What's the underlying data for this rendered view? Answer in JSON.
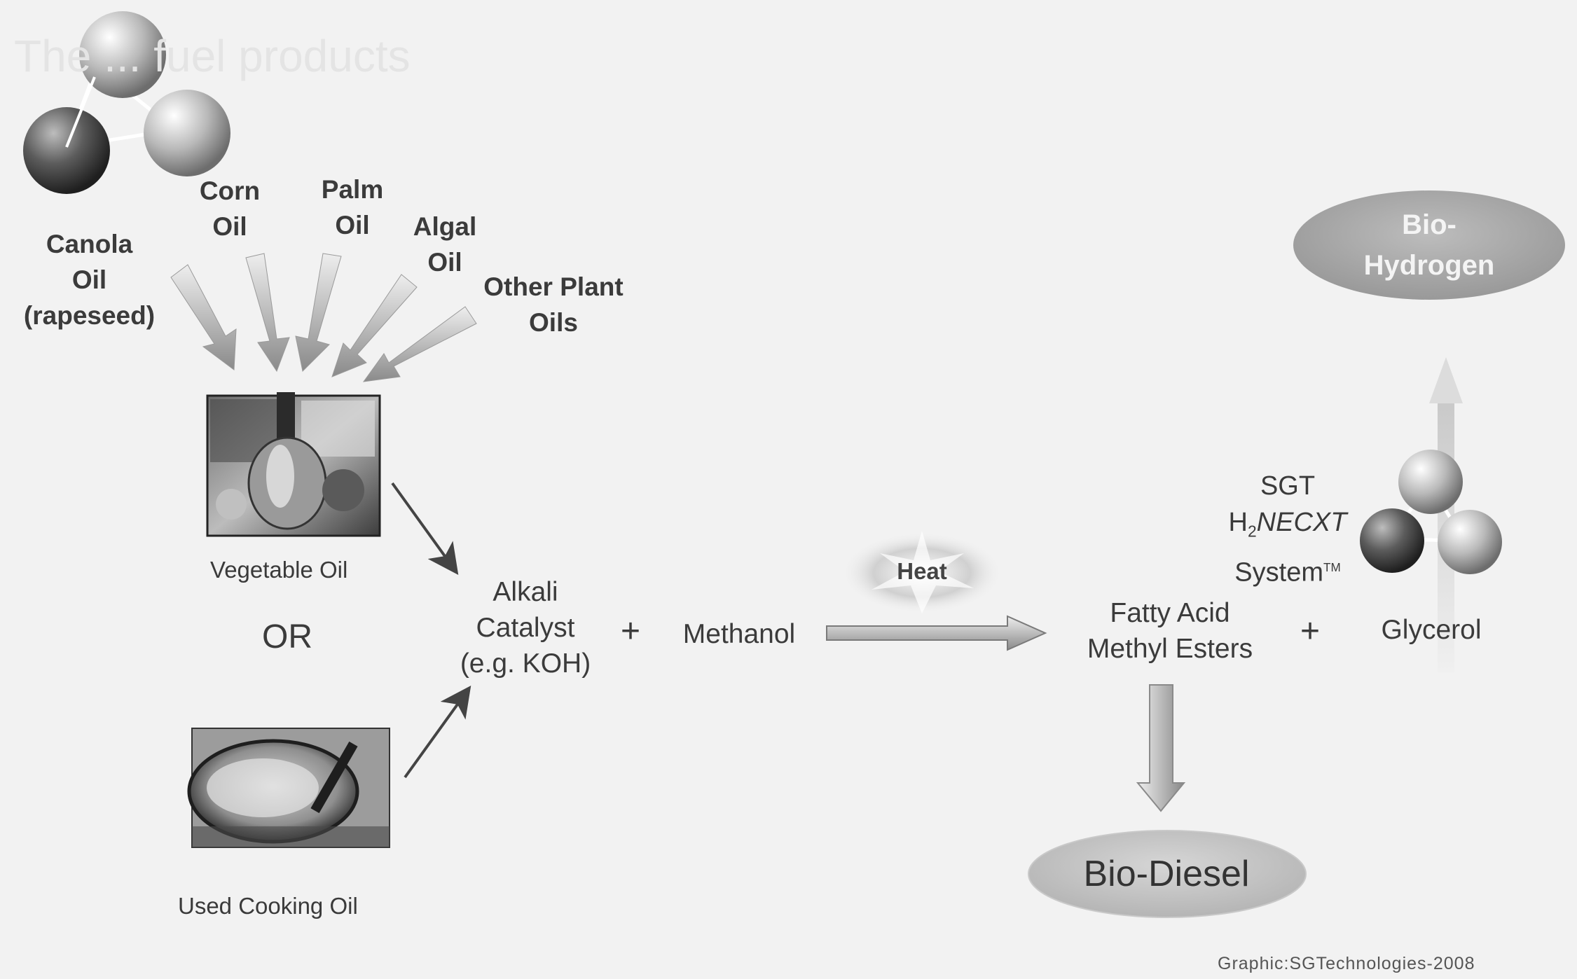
{
  "oil_sources": [
    {
      "id": "canola",
      "label": "Canola\nOil\n(rapeseed)"
    },
    {
      "id": "corn",
      "label": "Corn\nOil"
    },
    {
      "id": "palm",
      "label": "Palm\nOil"
    },
    {
      "id": "algal",
      "label": "Algal\nOil"
    },
    {
      "id": "other",
      "label": "Other Plant\nOils"
    }
  ],
  "vegetable_oil_caption": "Vegetable Oil",
  "or_label": "OR",
  "used_oil_caption": "Used Cooking Oil",
  "catalyst_label": "Alkali\nCatalyst\n(e.g. KOH)",
  "plus_1": "+",
  "methanol_label": "Methanol",
  "heat_label": "Heat",
  "fame_label": "Fatty Acid\nMethyl Esters",
  "plus_2": "+",
  "glycerol_label": "Glycerol",
  "system_label": {
    "line1": "SGT",
    "h": "H",
    "sub": "2",
    "brand": "NECXT",
    "line3": "System",
    "tm": "TM"
  },
  "bio_hydrogen_label": "Bio-\nHydrogen",
  "bio_diesel_label": "Bio-Diesel",
  "credit": "Graphic:SGTechnologies-2008",
  "faded_heading": "The ... fuel products"
}
